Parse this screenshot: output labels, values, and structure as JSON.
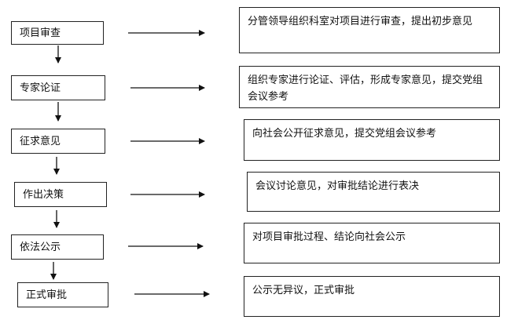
{
  "steps": [
    {
      "label": "项目审查",
      "description": "分管领导组织科室对项目进行审查，提出初步意见"
    },
    {
      "label": "专家论证",
      "description": "组织专家进行论证、评估，形成专家意见，提交党组会议参考"
    },
    {
      "label": "征求意见",
      "description": "向社会公开征求意见，提交党组会议参考"
    },
    {
      "label": "作出决策",
      "description": "会议讨论意见，对审批结论进行表决"
    },
    {
      "label": "依法公示",
      "description": "对项目审批过程、结论向社会公示"
    },
    {
      "label": "正式审批",
      "description": "公示无异议，正式审批"
    }
  ]
}
